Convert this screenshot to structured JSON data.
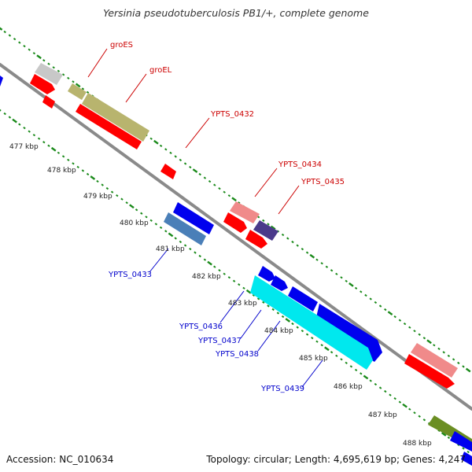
{
  "title": "Yersinia pseudotuberculosis PB1/+, complete genome",
  "footer": {
    "accession": "Accession: NC_010634",
    "summary": "Topology: circular; Length: 4,695,619 bp; Genes: 4,247"
  },
  "colors": {
    "backbone": "#888888",
    "tick_dots": "#1a8a1a",
    "red_label": "#cc0000",
    "blue_label": "#0000cc"
  },
  "kbp_labels": [
    "477 kbp",
    "478 kbp",
    "479 kbp",
    "480 kbp",
    "481 kbp",
    "482 kbp",
    "483 kbp",
    "484 kbp",
    "485 kbp",
    "486 kbp",
    "487 kbp",
    "488 kbp"
  ],
  "gene_labels": {
    "top": [
      "groES",
      "groEL",
      "YPTS_0432",
      "YPTS_0434",
      "YPTS_0435"
    ],
    "bottom": [
      "YPTS_0433",
      "YPTS_0436",
      "YPTS_0437",
      "YPTS_0438",
      "YPTS_0439"
    ]
  }
}
